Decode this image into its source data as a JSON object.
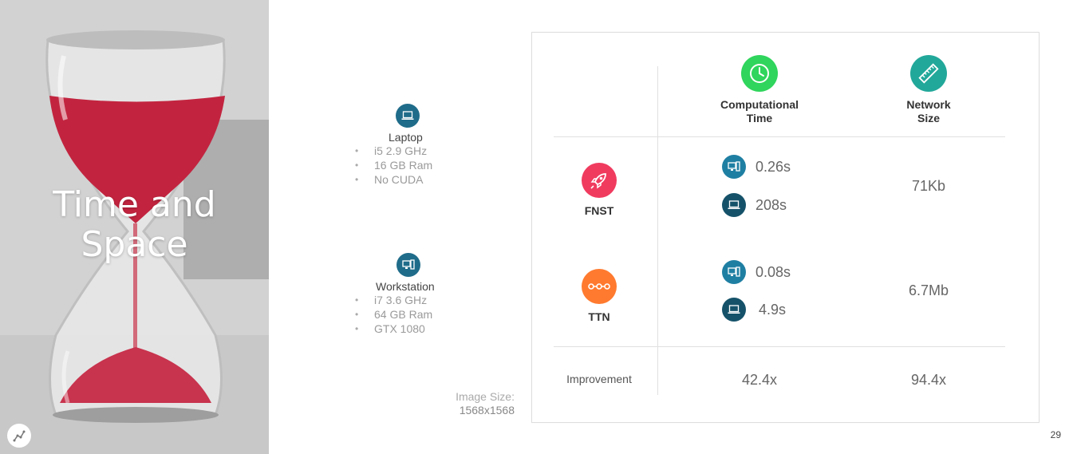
{
  "slide": {
    "title_line1": "Time and",
    "title_line2": "Space",
    "page_number": "29"
  },
  "machines": {
    "laptop": {
      "name": "Laptop",
      "icon": "laptop-icon",
      "specs": [
        "i5 2.9 GHz",
        "16 GB Ram",
        "No CUDA"
      ]
    },
    "workstation": {
      "name": "Workstation",
      "icon": "workstation-icon",
      "specs": [
        "i7 3.6 GHz",
        "64 GB Ram",
        "GTX 1080"
      ]
    }
  },
  "image_size": {
    "label": "Image Size:",
    "value": "1568x1568"
  },
  "table": {
    "columns": [
      {
        "line1": "Computational",
        "line2": "Time",
        "icon": "clock-icon",
        "color": "#2fd55c"
      },
      {
        "line1": "Network",
        "line2": "Size",
        "icon": "ruler-icon",
        "color": "#22a89a"
      }
    ],
    "rows": [
      {
        "label": "FNST",
        "icon": "rocket-icon",
        "color": "#f03b5f",
        "workstation_time": "0.26s",
        "laptop_time": "208s",
        "size": "71Kb"
      },
      {
        "label": "TTN",
        "icon": "nodes-icon",
        "color": "#ff7a2f",
        "workstation_time": "0.08s",
        "laptop_time": "4.9s",
        "size": "6.7Mb"
      }
    ],
    "improvement": {
      "label": "Improvement",
      "time": "42.4x",
      "size": "94.4x"
    }
  },
  "colors": {
    "workstation_icon": "#1f7fa3",
    "laptop_icon": "#15526a",
    "machine_icon": "#1f6c8a"
  }
}
